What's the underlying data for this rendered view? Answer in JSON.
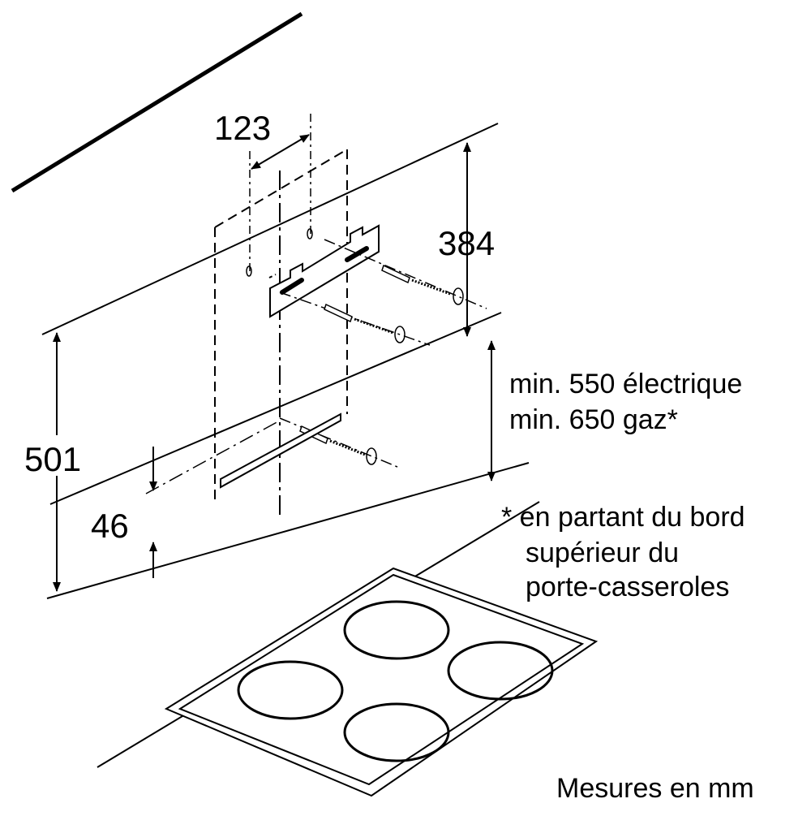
{
  "dimensions": {
    "width_top": "123",
    "height_upper": "384",
    "height_total": "501",
    "bottom_offset": "46"
  },
  "clearance_note": {
    "line1": "min. 550 électrique",
    "line2": "min. 650 gaz*"
  },
  "footnote": {
    "line1": "* en partant du bord",
    "line2": "supérieur du",
    "line3": "porte-casseroles"
  },
  "units_label": "Mesures en mm",
  "colors": {
    "ink": "#000000",
    "background": "#ffffff"
  }
}
